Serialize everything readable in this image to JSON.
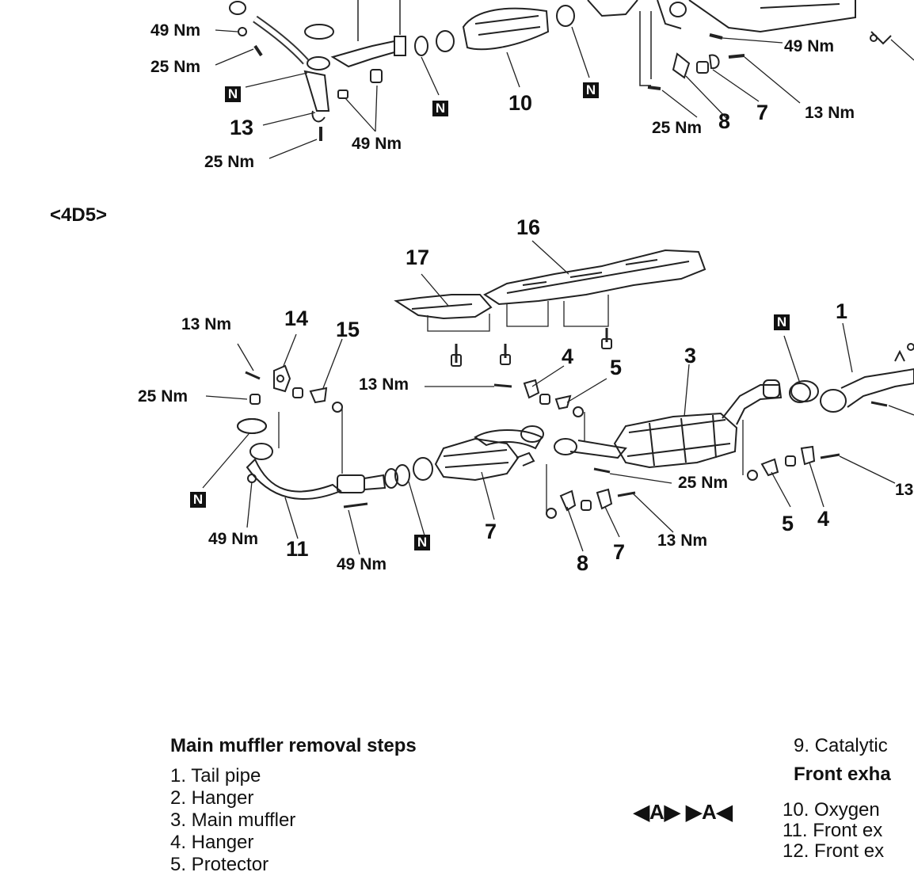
{
  "top_section": {
    "torques": [
      "49 Nm",
      "25 Nm",
      "49 Nm",
      "25 Nm",
      "49 Nm",
      "25 Nm",
      "13 Nm"
    ],
    "numbers": [
      "13",
      "10",
      "8",
      "7"
    ],
    "n_mark": "N"
  },
  "section_label": "<4D5>",
  "lower_section": {
    "part_numbers": [
      "16",
      "17",
      "14",
      "15",
      "4",
      "5",
      "3",
      "1",
      "7",
      "11",
      "8",
      "7",
      "5",
      "4"
    ],
    "torques": [
      "13 Nm",
      "25 Nm",
      "13 Nm",
      "49 Nm",
      "49 Nm",
      "25 Nm",
      "13 Nm"
    ],
    "clipped_torque": "13",
    "n_mark": "N"
  },
  "steps": {
    "title": "Main muffler removal steps",
    "items": [
      "1. Tail pipe",
      "2. Hanger",
      "3. Main muffler",
      "4. Hanger",
      "5. Protector"
    ]
  },
  "right_column": {
    "item9": "9. Catalytic",
    "subheading": "Front exha",
    "markers": "◀A▶ ▶A◀",
    "items": [
      "10. Oxygen",
      "11. Front ex",
      "12. Front ex"
    ]
  }
}
